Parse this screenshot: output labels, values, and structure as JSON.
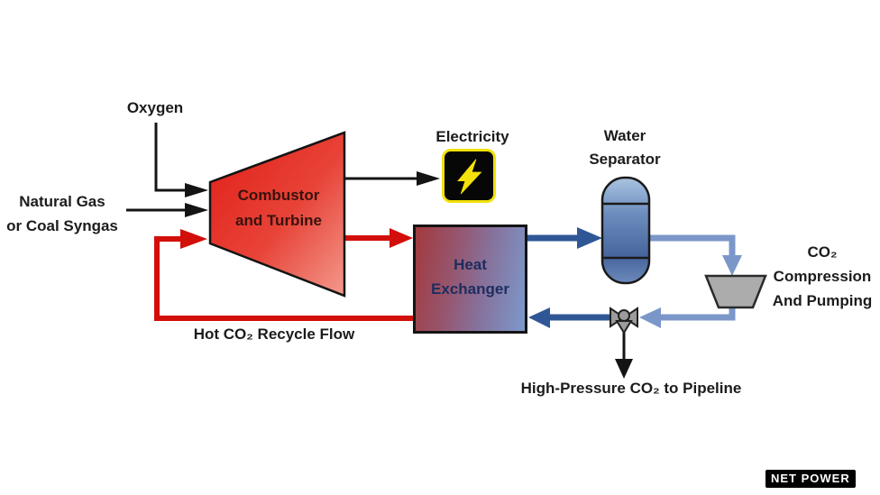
{
  "diagram": {
    "inputs": {
      "oxygen": "Oxygen",
      "fuel_line1": "Natural Gas",
      "fuel_line2": "or Coal Syngas"
    },
    "combustor": {
      "line1": "Combustor",
      "line2": "and Turbine"
    },
    "electricity": {
      "label": "Electricity"
    },
    "water_separator": {
      "line1": "Water",
      "line2": "Separator"
    },
    "heat_exchanger": {
      "line1": "Heat",
      "line2": "Exchanger"
    },
    "co2_compression": {
      "line1": "CO₂",
      "line2": "Compression",
      "line3": "And Pumping"
    },
    "flows": {
      "hot_recycle": "Hot CO₂ Recycle Flow",
      "pipeline": "High-Pressure CO₂ to Pipeline"
    },
    "branding": {
      "logo": "NET POWER"
    },
    "icons": {
      "electricity": "lightning-bolt-icon",
      "valve": "three-way-valve-icon"
    },
    "colors": {
      "hot_stream_red": "#d20f0b",
      "co2_dark_blue": "#2f5795",
      "co2_light_blue": "#7b97c9",
      "line_black": "#141414",
      "combustor_red_start": "#e01e17",
      "combustor_red_end": "#f29a8c",
      "electricity_yellow": "#f2e10a",
      "compressor_gray": "#acacac"
    }
  }
}
